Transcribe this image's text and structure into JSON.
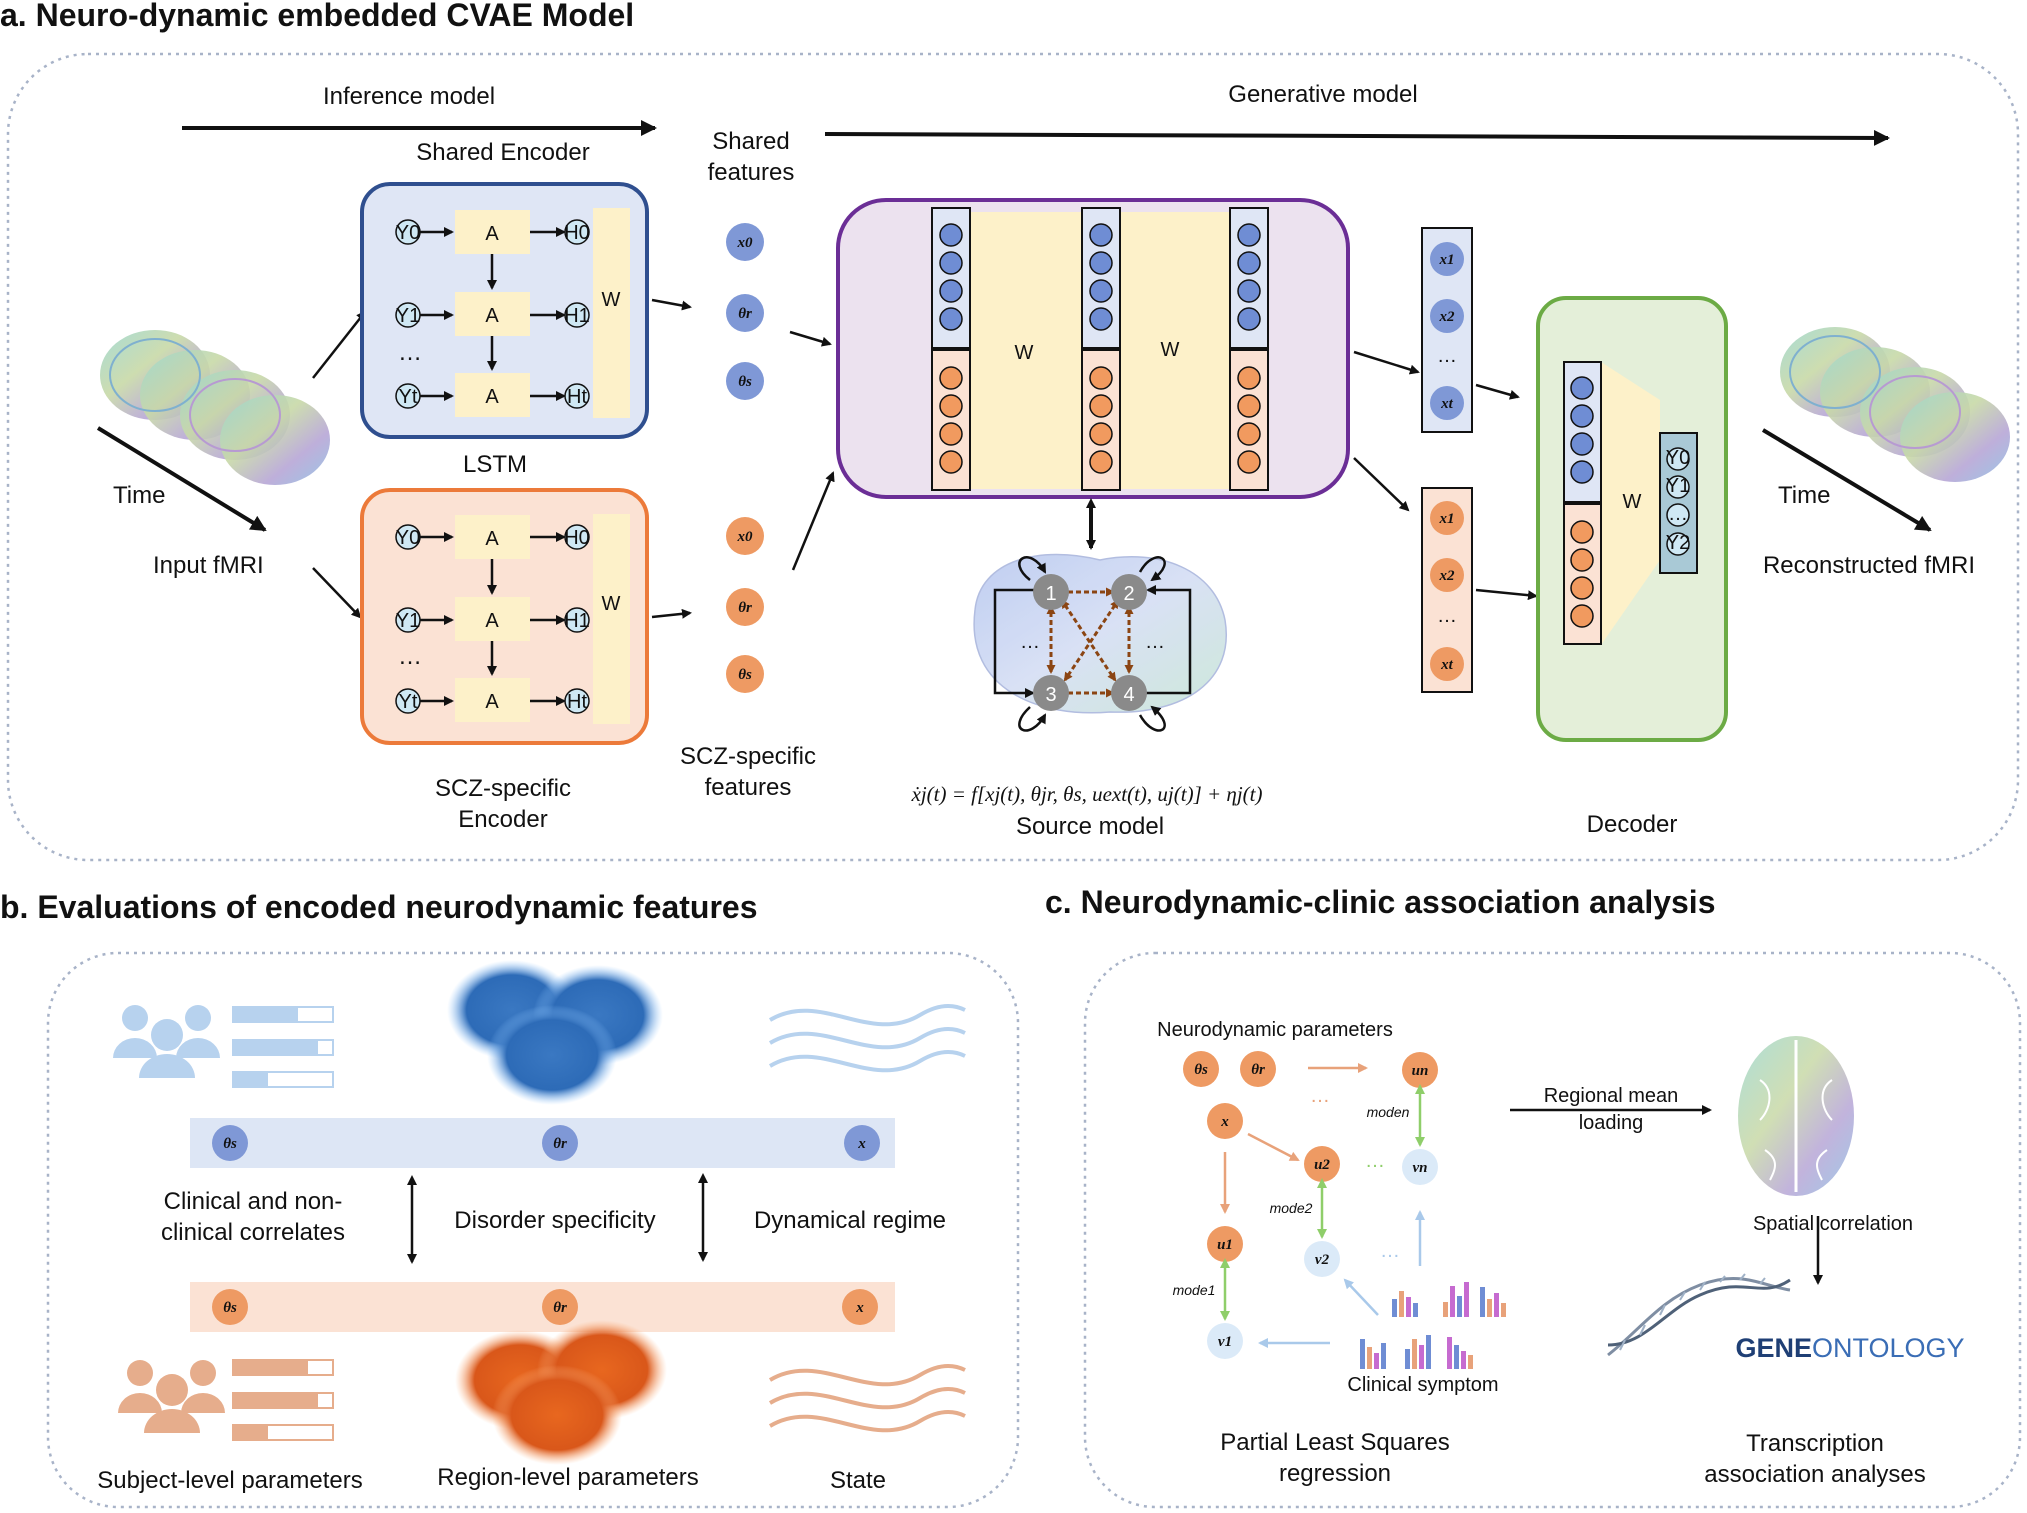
{
  "panel_a": {
    "title": "a. Neuro-dynamic embedded CVAE Model",
    "inference_model": "Inference model",
    "generative_model": "Generative model",
    "shared_encoder": "Shared Encoder",
    "shared_features_1": "Shared",
    "shared_features_2": "features",
    "lstm": "LSTM",
    "scz_encoder_1": "SCZ-specific",
    "scz_encoder_2": "Encoder",
    "scz_features_1": "SCZ-specific",
    "scz_features_2": "features",
    "time": "Time",
    "input_fmri": "Input fMRI",
    "time2": "Time",
    "reconstructed_fmri": "Reconstructed fMRI",
    "source_model": "Source model",
    "decoder": "Decoder",
    "equation": "ẋj(t) = f[xj(t), θjr, θs, uext(t), uj(t)] + ηj(t)",
    "cell_a": "A",
    "weight": "W",
    "dots": "…",
    "enc_inputs": [
      "Y0",
      "Y1",
      "Yt"
    ],
    "enc_hidden": [
      "H0",
      "H1",
      "Ht"
    ],
    "feature_labels": [
      "x0",
      "θr",
      "θs"
    ],
    "latent_labels": [
      "x1",
      "x2",
      "xt"
    ],
    "decoder_out": [
      "Y0",
      "Y1",
      "…",
      "Y2"
    ],
    "graph_nodes": [
      "1",
      "2",
      "3",
      "4"
    ]
  },
  "panel_b": {
    "title": "b. Evaluations of encoded neurodynamic features",
    "bar_labels": [
      "θs",
      "θr",
      "x"
    ],
    "clinical_1": "Clinical and non-",
    "clinical_2": "clinical correlates",
    "disorder_specificity": "Disorder specificity",
    "dynamical_regime": "Dynamical regime",
    "subject_level": "Subject-level parameters",
    "region_level": "Region-level parameters",
    "state": "State"
  },
  "panel_c": {
    "title": "c. Neurodynamic-clinic association analysis",
    "neurodynamic_parameters": "Neurodynamic parameters",
    "params": [
      "θs",
      "θr",
      "x"
    ],
    "u_labels": [
      "un",
      "u2",
      "u1"
    ],
    "v_labels": [
      "vn",
      "v2",
      "v1"
    ],
    "mode_labels": [
      "moden",
      "mode2",
      "mode1"
    ],
    "regional_1": "Regional mean",
    "regional_2": "loading",
    "spatial_correlation": "Spatial correlation",
    "clinical_symptom": "Clinical symptom",
    "pls_1": "Partial Least Squares",
    "pls_2": "regression",
    "transcription_1": "Transcription",
    "transcription_2": "association analyses",
    "gene_1": "GENE",
    "gene_2": "ONTOLOGY"
  },
  "colors": {
    "blue_node": "#7f98d6",
    "orange_node": "#ee9a63",
    "enc_blue_fill": "#dfe6f5",
    "enc_blue_stroke": "#2f4f8f",
    "enc_orange_fill": "#fbe2d4",
    "enc_orange_stroke": "#ec7a3a",
    "source_fill": "#ece2ef",
    "source_stroke": "#6b2e96",
    "decoder_fill": "#e4efd9",
    "decoder_stroke": "#6cab45",
    "cell_fill": "#fdf1c9"
  }
}
